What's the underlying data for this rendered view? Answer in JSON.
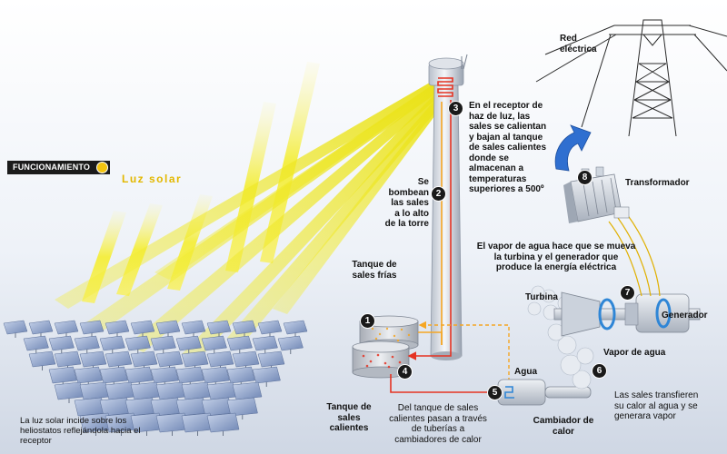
{
  "badge": {
    "label": "FUNCIONAMIENTO"
  },
  "sunlight": {
    "label": "Luz solar"
  },
  "caption_heliostats": "La luz solar incide sobre los heliostatos reflejándola hacia el receptor",
  "labels": {
    "grid": "Red eléctrica",
    "receiver": "En el receptor de haz de luz, las sales se calientan y bajan al tanque de sales calientes donde se almacenan a temperaturas superiores a 500º",
    "pump": "Se bombean las sales a lo alto de la torre",
    "transformer": "Transformador",
    "steam_turbine": "El vapor de agua hace que se mueva la turbina y el generador que produce la energía eléctrica",
    "cold_tank": "Tanque de sales frías",
    "hot_tank": "Tanque de sales calientes",
    "turbine": "Turbina",
    "generator": "Generador",
    "steam": "Vapor de agua",
    "water": "Agua",
    "pipes": "Del tanque de sales calientes pasan a través de tuberías a cambiadores de calor",
    "exchanger": "Cambiador de calor",
    "salts_transfer": "Las sales transfieren su calor al agua y se generara vapor"
  },
  "steps": [
    "1",
    "2",
    "3",
    "4",
    "5",
    "6",
    "7",
    "8"
  ],
  "colors": {
    "sun_yellow": "#f4ee3a",
    "hot_salt": "#e53323",
    "cold_salt": "#f5a623",
    "water_blue": "#2f86d6",
    "badge_dark": "#1b1b1b",
    "badge_dot": "#f3c410"
  }
}
